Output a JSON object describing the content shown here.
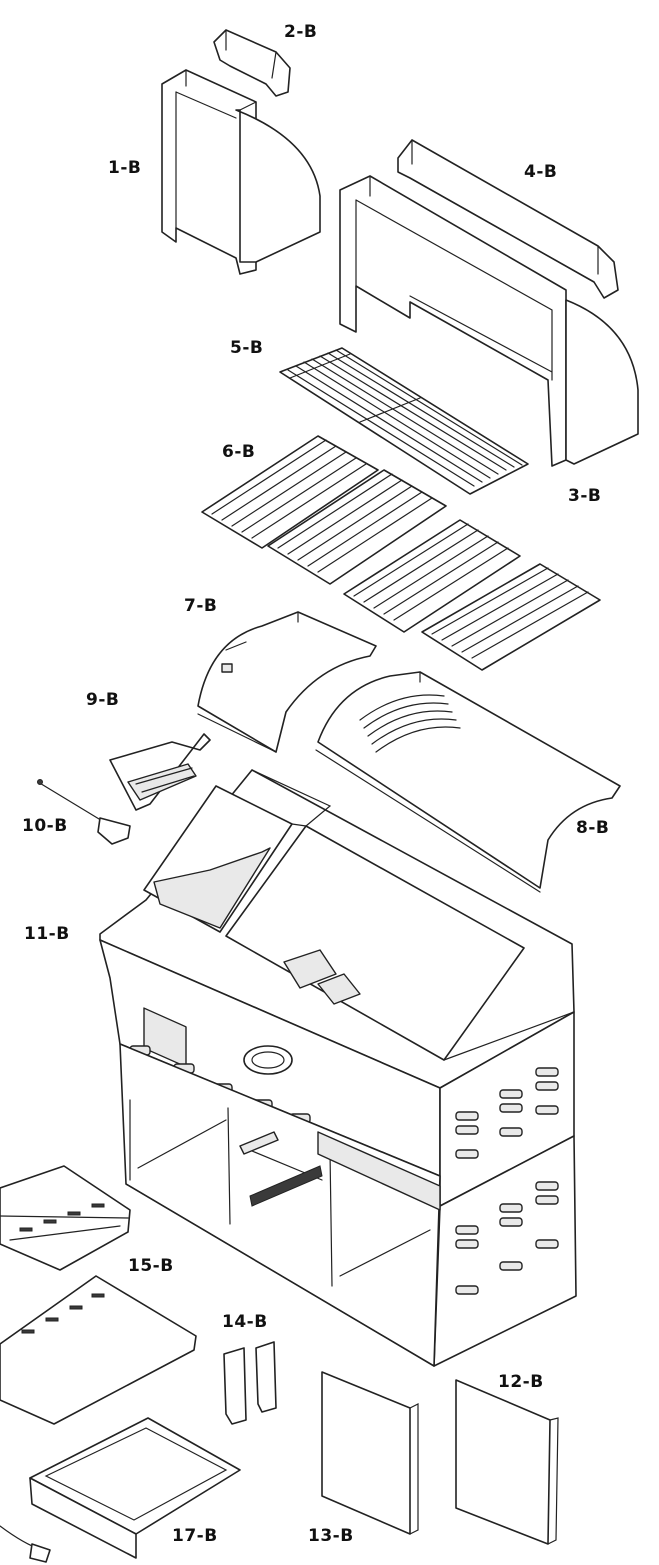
{
  "diagram": {
    "parts": [
      {
        "id": "p1",
        "label": "1-B"
      },
      {
        "id": "p2",
        "label": "2-B"
      },
      {
        "id": "p3",
        "label": "3-B"
      },
      {
        "id": "p4",
        "label": "4-B"
      },
      {
        "id": "p5",
        "label": "5-B"
      },
      {
        "id": "p6",
        "label": "6-B"
      },
      {
        "id": "p7",
        "label": "7-B"
      },
      {
        "id": "p8",
        "label": "8-B"
      },
      {
        "id": "p9",
        "label": "9-B"
      },
      {
        "id": "p10",
        "label": "10-B"
      },
      {
        "id": "p11",
        "label": "11-B"
      },
      {
        "id": "p12",
        "label": "12-B"
      },
      {
        "id": "p13",
        "label": "13-B"
      },
      {
        "id": "p14",
        "label": "14-B"
      },
      {
        "id": "p15",
        "label": "15-B"
      },
      {
        "id": "p17",
        "label": "17-B"
      }
    ]
  }
}
